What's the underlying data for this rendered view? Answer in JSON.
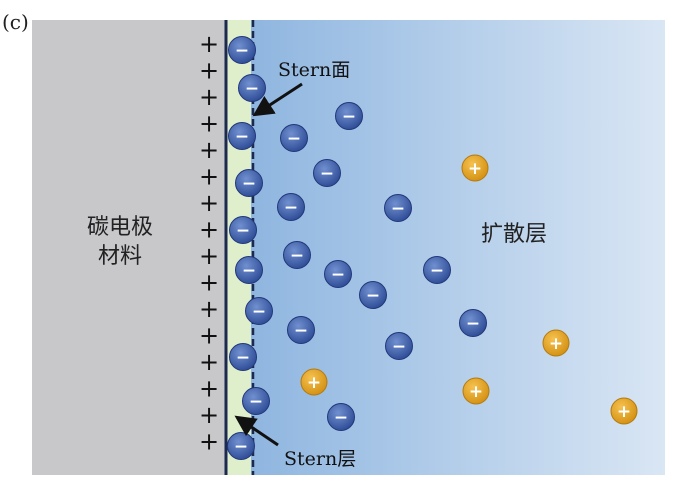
{
  "panel_label": "(c)",
  "electrode": {
    "label_line1": "碳电极",
    "label_line2": "材料",
    "surface_charge": "+",
    "surface_charge_count": 16
  },
  "stern_plane_label": "Stern面",
  "stern_layer_label": "Stern层",
  "diffuse_layer_label": "扩散层",
  "anion_sign": "−",
  "cation_sign": "+",
  "colors": {
    "electrode": "#c8c7c9",
    "stern_layer": "#dfeecb",
    "diffuse_dark": "#8fb6e0",
    "diffuse_light": "#d9e6f4",
    "anion": "#3d5ea8",
    "cation": "#e5a323",
    "electrode_line": "#1c2a4f"
  }
}
